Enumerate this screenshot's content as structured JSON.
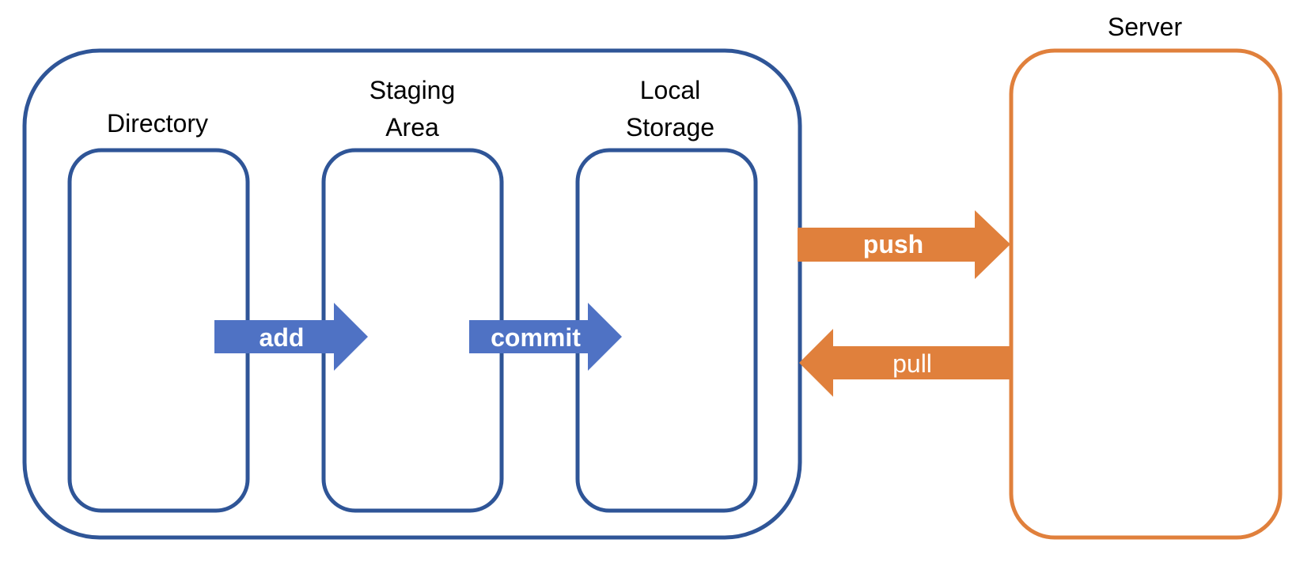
{
  "local": {
    "directory_label": "Directory",
    "staging_label_line1": "Staging",
    "staging_label_line2": "Area",
    "local_storage_label_line1": "Local",
    "local_storage_label_line2": "Storage"
  },
  "server": {
    "label": "Server"
  },
  "arrows": {
    "add": "add",
    "commit": "commit",
    "push": "push",
    "pull": "pull"
  },
  "colors": {
    "local_border": "#2f5597",
    "local_arrow": "#4f72c4",
    "server_accent": "#e0803c",
    "text": "#000000"
  }
}
